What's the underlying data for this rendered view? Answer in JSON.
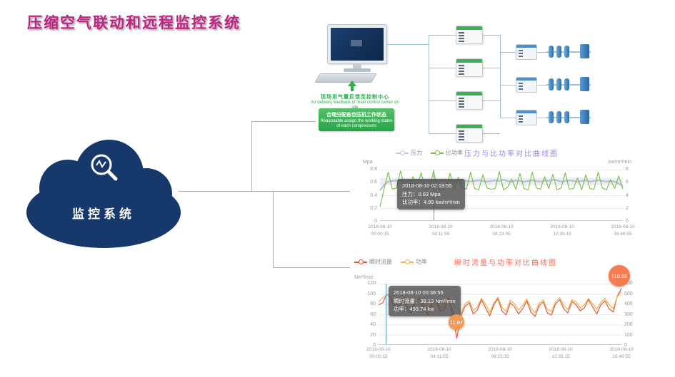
{
  "title": "压缩空气联动和远程监控系统",
  "cloud": {
    "label": "监控系统"
  },
  "diagram": {
    "feedback_cn": "现场用气量反馈至控制中心",
    "feedback_en": "Air delivery feedback of main control center on site",
    "assign_cn": "合理分配各空压机工作状态",
    "assign_en": "Reasonable assign the working states of each compressors"
  },
  "colors": {
    "title_magenta": "#c02384",
    "cloud_navy": "#16386b",
    "diagram_green": "#2fae4d",
    "chart1_accent": "#9f86dd",
    "chart2_accent": "#f4695c",
    "guide_blue": "#5b9bd5"
  },
  "chart_data": [
    {
      "type": "line",
      "title": "压力与比功率对比曲线图",
      "title_color": "#9f86dd",
      "legend": [
        {
          "name": "压力",
          "color": "#c7c8e4"
        },
        {
          "name": "比功率",
          "color": "#76c043"
        }
      ],
      "y_left": {
        "unit": "Mpa",
        "ticks": [
          "0.8",
          "0.6",
          "0.4",
          "0.2",
          "0"
        ],
        "max": 0.8
      },
      "y_right": {
        "unit": "kw/m³/min",
        "ticks": [
          "8",
          "6",
          "4",
          "2",
          "0"
        ],
        "max": 8
      },
      "x_labels": [
        {
          "date": "2018-08-10",
          "time": "00:00:15"
        },
        {
          "date": "2018-08-10",
          "time": "04:11:55"
        },
        {
          "date": "2018-08-10",
          "time": "08:23:35"
        },
        {
          "date": "2018-08-10",
          "time": "12:35:15"
        },
        {
          "date": "2018-08-10",
          "time": "16:46:55"
        }
      ],
      "band": {
        "from": 0.55,
        "to": 0.67,
        "color": "#ededf3"
      },
      "guide_frac": 0.22,
      "tooltip": {
        "lines": [
          "2018-08-10 02:19:55",
          "压力：0.63 Mpa",
          "比功率：4.99 kw/m³/min"
        ]
      },
      "series": [
        {
          "name": "压力",
          "axis": "left",
          "color": "#b9bbd8",
          "width": 2.2,
          "values": [
            0.47,
            0.56,
            0.61,
            0.62,
            0.63,
            0.62,
            0.61,
            0.63,
            0.62,
            0.64,
            0.62,
            0.61,
            0.62,
            0.63,
            0.61,
            0.62,
            0.63,
            0.62,
            0.61,
            0.63,
            0.64,
            0.62,
            0.61,
            0.62,
            0.63,
            0.62,
            0.61,
            0.62,
            0.63,
            0.62,
            0.64,
            0.62,
            0.61,
            0.63,
            0.62,
            0.61,
            0.62,
            0.63,
            0.62,
            0.61,
            0.63,
            0.62,
            0.64,
            0.63,
            0.61,
            0.62,
            0.63,
            0.62,
            0.61,
            0.62,
            0.63,
            0.61,
            0.62,
            0.63,
            0.62,
            0.61,
            0.62,
            0.61,
            0.58,
            0.54
          ]
        },
        {
          "name": "比功率",
          "axis": "right",
          "color": "#76c043",
          "width": 1.1,
          "values": [
            2.1,
            5.0,
            7.6,
            4.9,
            5.1,
            7.8,
            5.0,
            4.8,
            6.9,
            5.2,
            7.5,
            4.9,
            5.0,
            7.7,
            5.1,
            4.8,
            5.0,
            7.4,
            4.9,
            6.8,
            5.1,
            4.9,
            7.6,
            5.0,
            4.8,
            7.2,
            5.1,
            4.9,
            5.0,
            7.7,
            4.8,
            5.2,
            6.5,
            4.9,
            7.4,
            5.0,
            4.8,
            7.6,
            5.1,
            4.9,
            6.9,
            5.0,
            7.3,
            4.8,
            5.1,
            7.5,
            4.9,
            5.0,
            6.7,
            4.8,
            7.2,
            5.0,
            4.9,
            7.6,
            5.1,
            4.8,
            6.4,
            5.0,
            7.0,
            4.9
          ]
        }
      ]
    },
    {
      "type": "line",
      "title": "瞬时流量与功率对比曲线图",
      "title_color": "#f4695c",
      "legend": [
        {
          "name": "瞬时流量",
          "color": "#e2593d"
        },
        {
          "name": "功率",
          "color": "#f0b04a"
        }
      ],
      "y_left": {
        "unit": "Nm³/min",
        "ticks": [
          "120",
          "100",
          "80",
          "60",
          "40",
          "20",
          "0"
        ],
        "max": 120
      },
      "y_right": {
        "unit": "",
        "ticks": [
          "600",
          "500",
          "400",
          "300",
          "200",
          "100",
          "0"
        ],
        "max": 600
      },
      "x_labels": [
        {
          "date": "2018-08-10",
          "time": "00:00:15"
        },
        {
          "date": "2018-08-10",
          "time": "04:11:55"
        },
        {
          "date": "2018-08-10",
          "time": "08:23:35"
        },
        {
          "date": "2018-08-10",
          "time": "12:35:15"
        },
        {
          "date": "2018-08-10",
          "time": "16:46:55"
        }
      ],
      "guide_frac": 0.03,
      "tooltip": {
        "lines": [
          "2018-08-10 00:38:55",
          "瞬时流量：99.13 Nm³/min",
          "功率：493.74 kw"
        ]
      },
      "annotations": [
        {
          "label": "110.55"
        },
        {
          "label": "11.87"
        }
      ],
      "series": [
        {
          "name": "瞬时流量",
          "axis": "left",
          "color": "#e2593d",
          "width": 1.2,
          "values": [
            78,
            82,
            99.13,
            92,
            68,
            75,
            88,
            70,
            62,
            85,
            90,
            72,
            58,
            80,
            86,
            65,
            70,
            92,
            60,
            11.87,
            55,
            75,
            82,
            60,
            68,
            88,
            72,
            56,
            78,
            90,
            66,
            58,
            82,
            74,
            60,
            70,
            86,
            64,
            55,
            76,
            84,
            62,
            58,
            80,
            88,
            70,
            62,
            85,
            78,
            66,
            72,
            88,
            74,
            60,
            78,
            86,
            70,
            64,
            95,
            110.55
          ]
        },
        {
          "name": "功率",
          "axis": "right",
          "color": "#f0b04a",
          "width": 1.2,
          "values": [
            420,
            460,
            493.74,
            470,
            380,
            410,
            450,
            390,
            350,
            430,
            460,
            395,
            330,
            420,
            445,
            360,
            385,
            465,
            340,
            195,
            310,
            400,
            430,
            335,
            370,
            455,
            395,
            315,
            410,
            465,
            365,
            325,
            435,
            400,
            340,
            385,
            450,
            355,
            315,
            405,
            440,
            345,
            325,
            420,
            460,
            385,
            345,
            440,
            420,
            360,
            390,
            455,
            400,
            345,
            415,
            455,
            390,
            355,
            470,
            520
          ]
        }
      ]
    }
  ]
}
